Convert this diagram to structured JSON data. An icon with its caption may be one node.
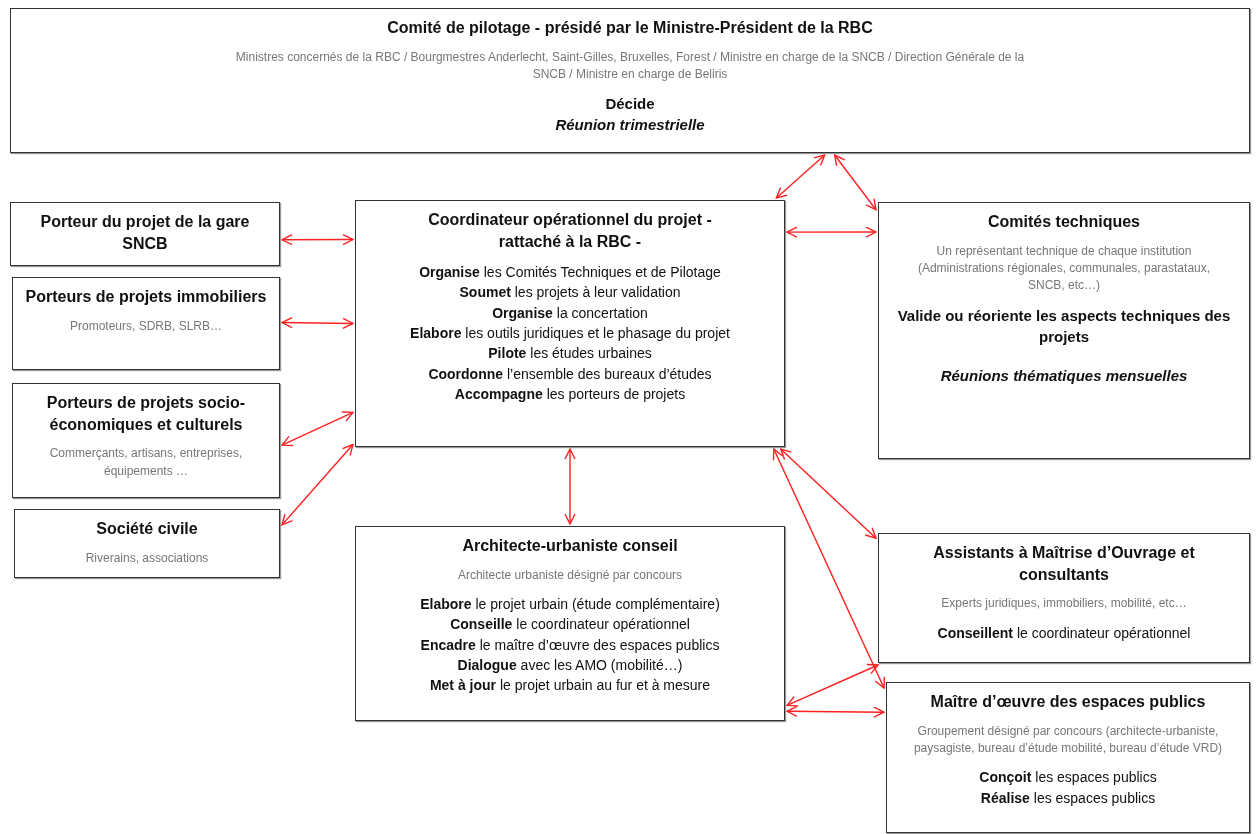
{
  "diagram": {
    "nodes": [
      {
        "text": [
          "Comité de pilotage - présidé par le Ministre-Président de la RBC",
          "Ministres concernés de la RBC / Bourgmestres Anderlecht, Saint-Gilles, Bruxelles, Forest / Ministre en charge de la SNCB / Direction Générale de la SNCB / Ministre en charge de Beliris",
          "Décide",
          "Réunion trimestrielle"
        ]
      },
      {
        "text": [
          "Porteur du projet de la gare SNCB"
        ]
      },
      {
        "text": [
          "Coordinateur opérationnel du projet - rattaché à la RBC -",
          "**Organise** les Comités Techniques et de Pilotage",
          "**Soumet** les projets à leur validation",
          "**Organise** la concertation",
          "**Elabore** les outils juridiques et le phasage du projet",
          "**Pilote** les études urbaines",
          "**Coordonne** l’ensemble des bureaux d’études",
          "**Accompagne** les porteurs de projets"
        ]
      },
      {
        "text": [
          "Comités techniques",
          "Un représentant technique de chaque institution (Administrations régionales, communales, parastataux, SNCB, etc…)",
          "Valide ou réoriente les aspects techniques des projets",
          "Réunions thématiques mensuelles"
        ]
      },
      {
        "text": [
          "Porteurs de projets immobiliers",
          "Promoteurs, SDRB, SLRB…"
        ]
      },
      {
        "text": [
          "Porteurs de projets socio-économiques et culturels",
          "Commerçants, artisans, entreprises, équipements …"
        ]
      },
      {
        "text": [
          "Société civile",
          "Riverains, associations"
        ]
      },
      {
        "text": [
          "Architecte-urbaniste conseil",
          "Architecte urbaniste désigné par concours",
          "**Elabore** le projet urbain (étude complémentaire)",
          "**Conseille** le coordinateur opérationnel",
          "**Encadre** le maître d’œuvre des espaces publics",
          "**Dialogue** avec les AMO (mobilité…)",
          "**Met à jour** le projet urbain au fur et à mesure"
        ]
      },
      {
        "text": [
          "Assistants à Maîtrise d’Ouvrage et consultants",
          "Experts juridiques, immobiliers, mobilité, etc…",
          "**Conseillent** le coordinateur opérationnel"
        ]
      },
      {
        "text": [
          "Maître d’œuvre des espaces publics",
          "Groupement désigné par concours (architecte-urbaniste, paysagiste, bureau d’étude mobilité, bureau d’étude VRD)",
          "**Conçoit** les espaces publics",
          "**Réalise** les espaces publics"
        ]
      }
    ],
    "edges": [
      {
        "from": 0,
        "to": 2,
        "arrow": "both"
      },
      {
        "from": 0,
        "to": 3,
        "arrow": "both"
      },
      {
        "from": 2,
        "to": 3,
        "arrow": "both"
      },
      {
        "from": 1,
        "to": 2,
        "arrow": "both"
      },
      {
        "from": 4,
        "to": 2,
        "arrow": "both"
      },
      {
        "from": 5,
        "to": 2,
        "arrow": "both"
      },
      {
        "from": 6,
        "to": 2,
        "arrow": "both"
      },
      {
        "from": 2,
        "to": 7,
        "arrow": "both"
      },
      {
        "from": 2,
        "to": 8,
        "arrow": "both"
      },
      {
        "from": 2,
        "to": 9,
        "arrow": "both"
      },
      {
        "from": 7,
        "to": 8,
        "arrow": "both"
      },
      {
        "from": 7,
        "to": 9,
        "arrow": "both"
      }
    ]
  }
}
